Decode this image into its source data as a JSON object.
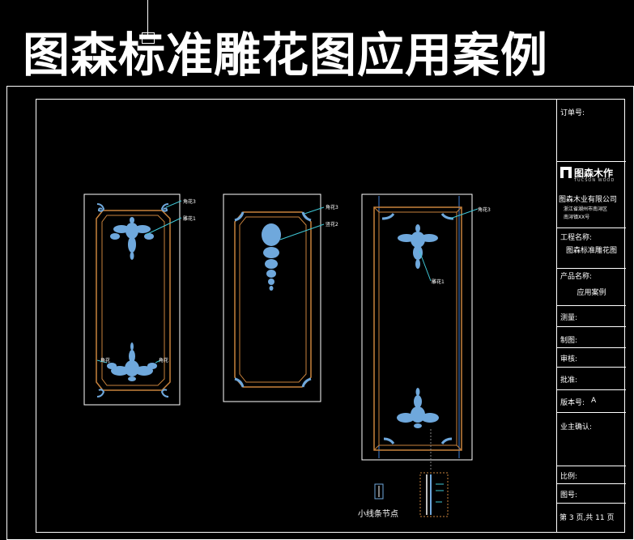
{
  "title": "图森标准雕花图应用案例",
  "title_block": {
    "order_no": "订单号:",
    "logo_text": "图森木作",
    "logo_sub": "TUCSON WOOD",
    "company": "图森木业有限公司",
    "address_1": "浙江省湖州市南浔区",
    "address_2": "南浔镇XX号",
    "project_label": "工程名称:",
    "project_value": "图森标准雕花图",
    "product_label": "产品名称:",
    "product_value": "应用案例",
    "measure": "测量:",
    "draw": "制图:",
    "review": "审核:",
    "approve": "批准:",
    "version_label": "版本号:",
    "version_value": "A",
    "owner_confirm": "业主确认:",
    "scale": "比例:",
    "drawing_no": "图号:",
    "page": "第 3 页,共 11 页"
  },
  "annotations": {
    "p1_top_right": "角花3",
    "p1_center": "雕花1",
    "p1_bottom_left": "角花",
    "p1_bottom_right": "角花",
    "p2_top_right": "角花3",
    "p2_center": "竖花2",
    "p3_top_right": "角花3",
    "p3_center": "雕花1"
  },
  "node_label": "小线条节点",
  "colors": {
    "background": "#000000",
    "frame": "#ffffff",
    "molding": "#c8823c",
    "carving": "#6fa8dc",
    "leader": "#3fc7d6"
  }
}
